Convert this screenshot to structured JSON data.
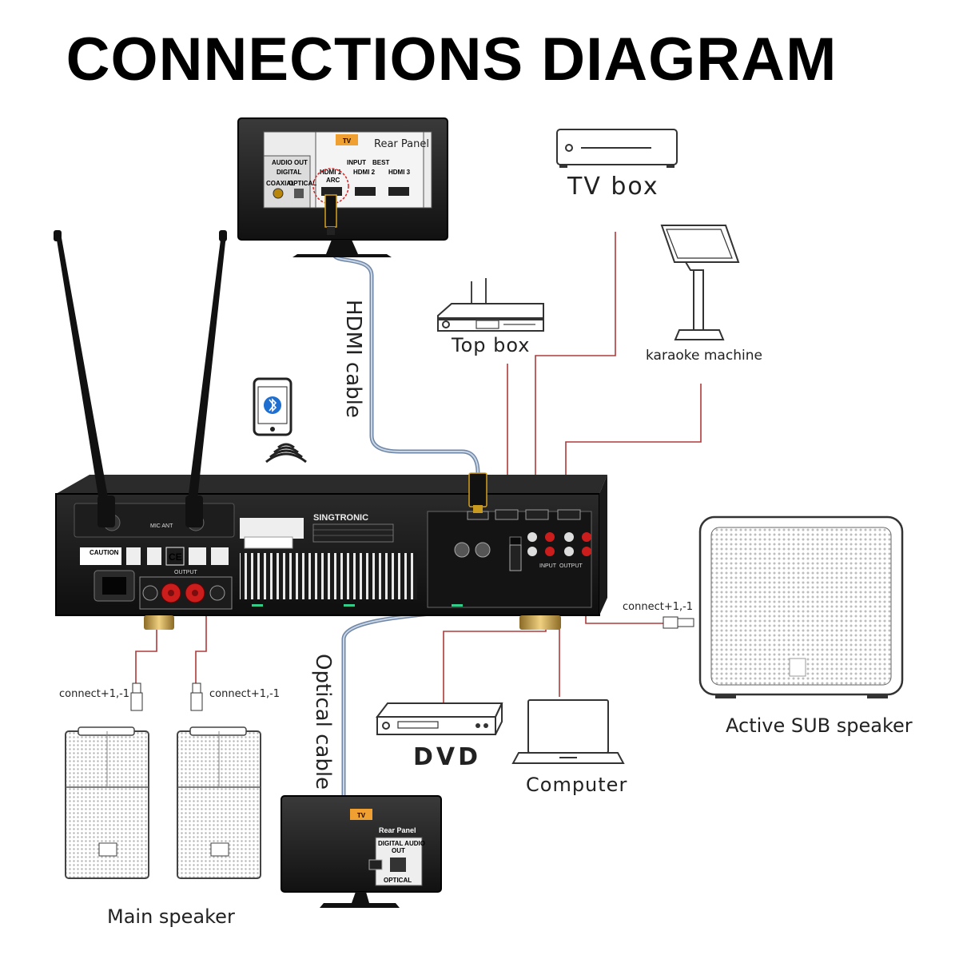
{
  "title": "CONNECTIONS DIAGRAM",
  "labels": {
    "tv_box": "TV box",
    "top_box": "Top box",
    "karaoke_machine": "karaoke machine",
    "hdmi_cable": "HDMI cable",
    "optical_cable": "Optical cable",
    "dvd": "DVD",
    "computer": "Computer",
    "active_sub": "Active SUB speaker",
    "main_speaker": "Main speaker",
    "connect_left": "connect+1,-1",
    "connect_right": "connect+1,-1",
    "connect_sub": "connect+1,-1"
  },
  "tv_top": {
    "tag": "TV",
    "rear_panel": "Rear Panel",
    "audio_out": "AUDIO OUT",
    "digital": "DIGITAL",
    "coaxial": "COAXIAL",
    "optical": "OPTICAL",
    "input": "INPUT",
    "best": "BEST",
    "hdmi1": "HDMI 1",
    "arc": "ARC",
    "hdmi2": "HDMI 2",
    "hdmi3": "HDMI 3"
  },
  "tv_bottom": {
    "tag": "TV",
    "rear_panel": "Rear Panel",
    "digital_audio": "DIGITAL AUDIO",
    "out": "OUT",
    "optical": "OPTICAL"
  },
  "amplifier": {
    "brand": "SINGTRONIC",
    "mic_ant": "MIC ANT",
    "output": "OUTPUT",
    "caution": "CAUTION",
    "input": "INPUT",
    "output_r": "OUTPUT"
  },
  "colors": {
    "connection_line": "#b03a3a",
    "cable": "#6f86a6",
    "tv_tag": "#f0a030",
    "terminal_red": "#cc1d1d"
  }
}
